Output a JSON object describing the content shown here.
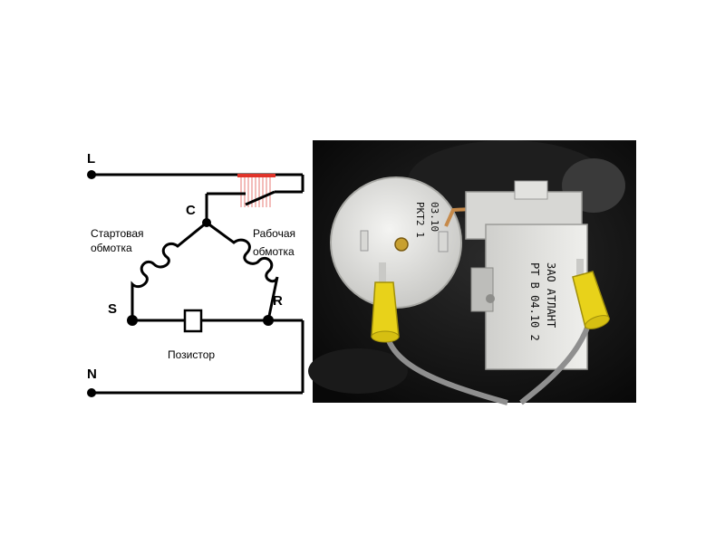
{
  "diagram": {
    "terminals": {
      "line": "L",
      "neutral": "N"
    },
    "nodes": {
      "common": "C",
      "start": "S",
      "run": "R"
    },
    "labels": {
      "start_winding_line1": "Стартовая",
      "start_winding_line2": "обмотка",
      "run_winding_line1": "Рабочая",
      "run_winding_line2": "обмотка",
      "posistor": "Позистор"
    }
  },
  "photo": {
    "relay_label_1": "PKT2 1",
    "relay_label_2": "03.10",
    "block_label_1": "PT B 04.10 2",
    "block_label_2": "ЗАО АТЛАНТ"
  }
}
